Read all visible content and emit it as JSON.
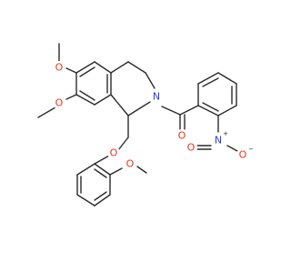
{
  "structure": {
    "atoms": [
      {
        "label": "O",
        "color": "#e8341f"
      },
      {
        "label": "O",
        "color": "#e8341f"
      },
      {
        "label": "N",
        "color": "#2c3bd6"
      },
      {
        "label": "O",
        "color": "#e8341f"
      },
      {
        "label": "N",
        "color": "#2c3bd6",
        "charge": "+"
      },
      {
        "label": "O",
        "color": "#e8341f",
        "charge": "−"
      },
      {
        "label": "O",
        "color": "#e8341f"
      },
      {
        "label": "O",
        "color": "#e8341f"
      },
      {
        "label": "O",
        "color": "#e8341f"
      }
    ]
  }
}
